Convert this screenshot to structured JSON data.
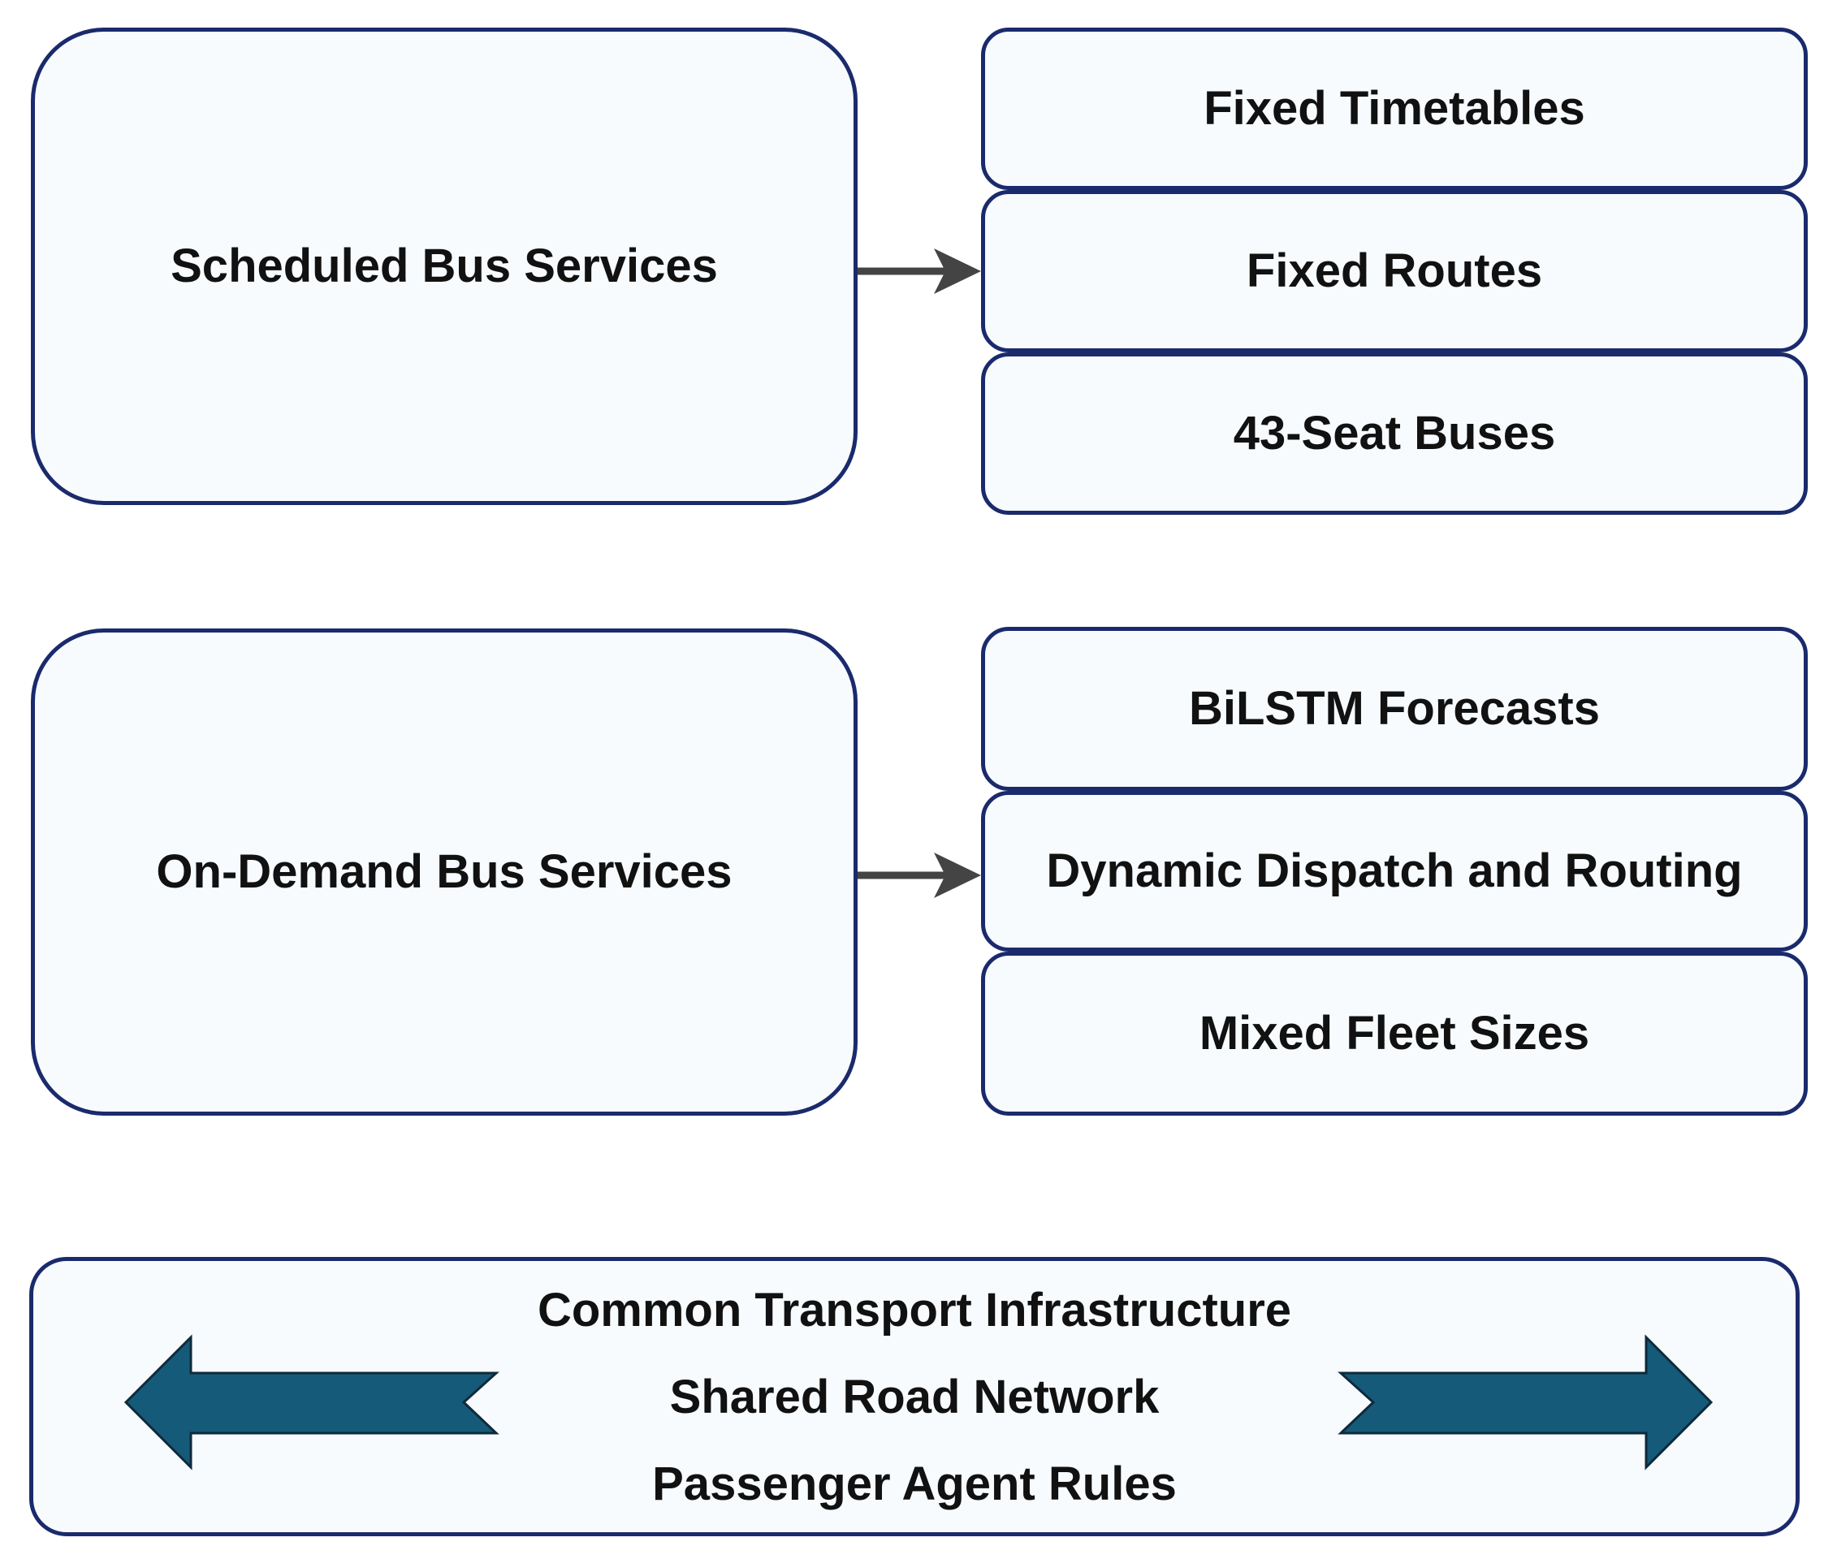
{
  "groups": {
    "scheduled": {
      "title": "Scheduled Bus Services",
      "items": [
        "Fixed Timetables",
        "Fixed Routes",
        "43-Seat Buses"
      ]
    },
    "ondemand": {
      "title": "On-Demand Bus Services",
      "items": [
        "BiLSTM Forecasts",
        "Dynamic Dispatch and Routing",
        "Mixed Fleet Sizes"
      ]
    }
  },
  "bottom": {
    "lines": [
      "Common Transport Infrastructure",
      "Shared Road Network",
      "Passenger Agent Rules"
    ]
  },
  "colors": {
    "box_border": "#1a2a6c",
    "box_fill": "#f7fbfe",
    "connector_arrow": "#444444",
    "block_arrow_fill": "#155a78",
    "block_arrow_outline": "#0e2a3b"
  }
}
